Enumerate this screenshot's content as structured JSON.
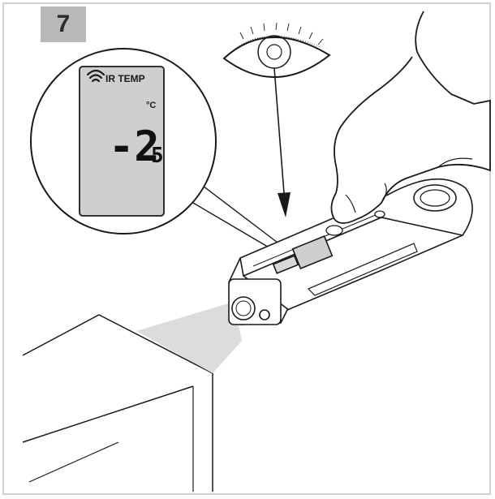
{
  "step": {
    "number": "7"
  },
  "display": {
    "mode_label": "IR TEMP",
    "unit": "°C",
    "reading": "-2",
    "reading_decimal": "5"
  },
  "colors": {
    "frame": "#cfcfcf",
    "badge": "#b8b8b8",
    "lcd": "#cfcfcf",
    "beam": "#dcdcdc",
    "line": "#1a1a1a"
  },
  "icons": [
    "wireless-signal-icon",
    "eye-icon",
    "arrow-down-icon"
  ]
}
